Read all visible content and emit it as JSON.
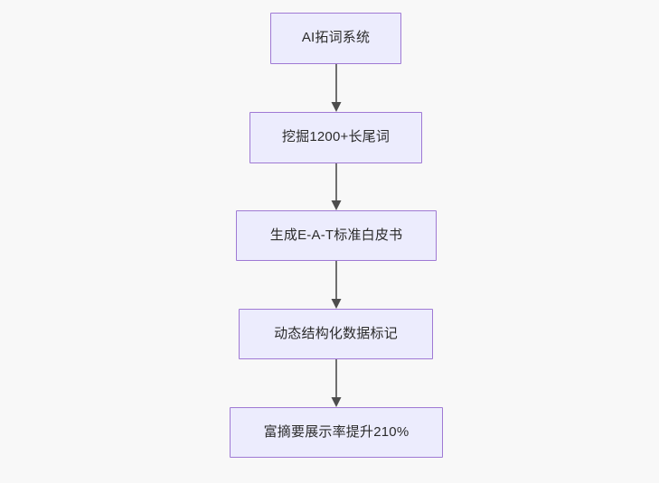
{
  "diagram": {
    "type": "flowchart",
    "direction": "top-to-bottom",
    "background_color": "#f8f8f8",
    "node_fill_color": "#ececfd",
    "node_border_color": "#9f79d4",
    "edge_color": "#707070",
    "text_color": "#2b2b2b",
    "nodes": [
      {
        "id": "n1",
        "label": "AI拓词系统"
      },
      {
        "id": "n2",
        "label": "挖掘1200+长尾词"
      },
      {
        "id": "n3",
        "label": "生成E-A-T标准白皮书"
      },
      {
        "id": "n4",
        "label": "动态结构化数据标记"
      },
      {
        "id": "n5",
        "label": "富摘要展示率提升210%"
      }
    ],
    "edges": [
      {
        "id": "e1",
        "from": "n1",
        "to": "n2",
        "label": "",
        "arrow": "arrowhead-down-icon"
      },
      {
        "id": "e2",
        "from": "n2",
        "to": "n3",
        "label": "",
        "arrow": "arrowhead-down-icon"
      },
      {
        "id": "e3",
        "from": "n3",
        "to": "n4",
        "label": "",
        "arrow": "arrowhead-down-icon"
      },
      {
        "id": "e4",
        "from": "n4",
        "to": "n5",
        "label": "",
        "arrow": "arrowhead-down-icon"
      }
    ]
  }
}
